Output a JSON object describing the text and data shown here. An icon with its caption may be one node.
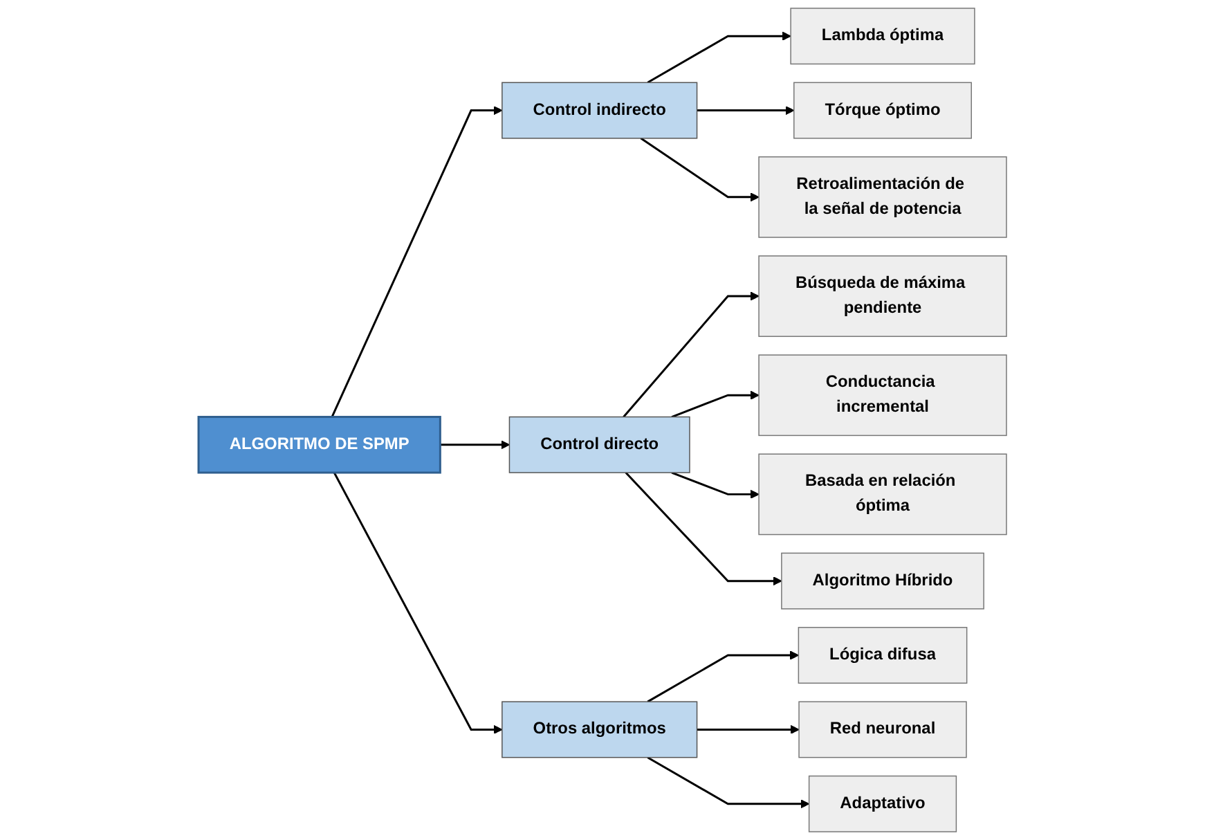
{
  "diagram": {
    "nodes": [
      {
        "text": [
          "ALGORITMO DE SPMP"
        ]
      },
      {
        "text": [
          "Control indirecto"
        ]
      },
      {
        "text": [
          "Control directo"
        ]
      },
      {
        "text": [
          "Otros algoritmos"
        ]
      },
      {
        "text": [
          "Lambda óptima"
        ]
      },
      {
        "text": [
          "Tórque óptimo"
        ]
      },
      {
        "text": [
          "Retroalimentación de la señal de potencia"
        ]
      },
      {
        "text": [
          "Búsqueda de máxima pendiente"
        ]
      },
      {
        "text": [
          "Conductancia incremental"
        ]
      },
      {
        "text": [
          "Basada en relación óptima"
        ]
      },
      {
        "text": [
          "Algoritmo Híbrido"
        ]
      },
      {
        "text": [
          "Lógica difusa"
        ]
      },
      {
        "text": [
          "Red neuronal"
        ]
      },
      {
        "text": [
          "Adaptativo"
        ]
      }
    ],
    "edges": [
      {
        "from": 0,
        "to": 1,
        "arrow": "to"
      },
      {
        "from": 0,
        "to": 2,
        "arrow": "to"
      },
      {
        "from": 0,
        "to": 3,
        "arrow": "to"
      },
      {
        "from": 1,
        "to": 4,
        "arrow": "to"
      },
      {
        "from": 1,
        "to": 5,
        "arrow": "to"
      },
      {
        "from": 1,
        "to": 6,
        "arrow": "to"
      },
      {
        "from": 2,
        "to": 7,
        "arrow": "to"
      },
      {
        "from": 2,
        "to": 8,
        "arrow": "to"
      },
      {
        "from": 2,
        "to": 9,
        "arrow": "to"
      },
      {
        "from": 2,
        "to": 10,
        "arrow": "to"
      },
      {
        "from": 3,
        "to": 11,
        "arrow": "to"
      },
      {
        "from": 3,
        "to": 12,
        "arrow": "to"
      },
      {
        "from": 3,
        "to": 13,
        "arrow": "to"
      }
    ]
  }
}
